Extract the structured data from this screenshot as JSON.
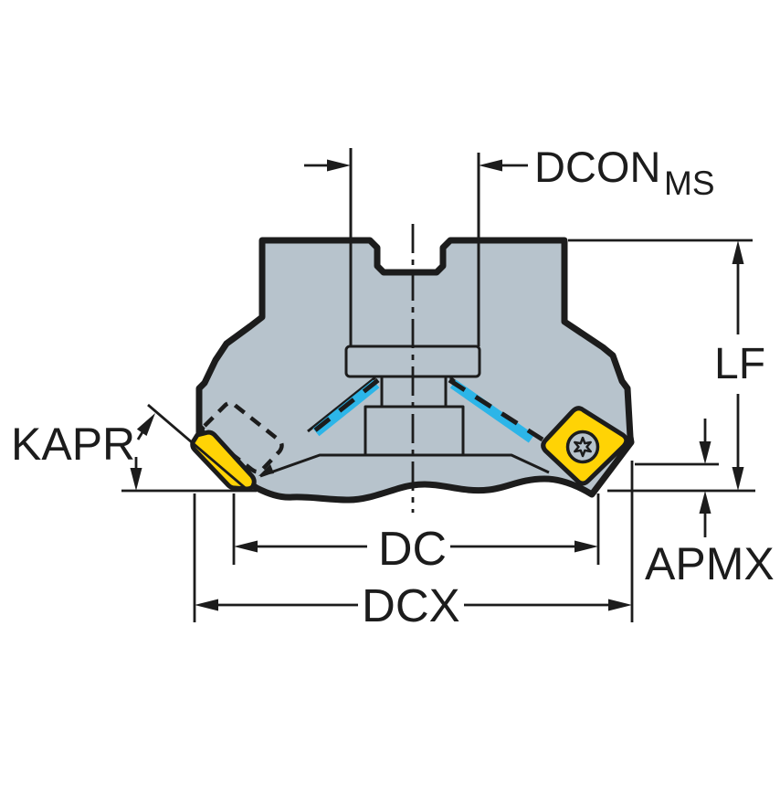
{
  "diagram": {
    "type": "technical-drawing",
    "subject": "Face milling cutter side view with dimension callouts",
    "labels": {
      "dcon": "DCON",
      "dcon_sub": "MS",
      "lf": "LF",
      "kapr": "KAPR",
      "dc": "DC",
      "dcx": "DCX",
      "apmx": "APMX"
    },
    "colors": {
      "background": "#ffffff",
      "body_gray": "#b7c3cc",
      "insert_yellow": "#ffd305",
      "flute_cyan": "#2cb5e8",
      "line_black": "#1c1c1c"
    }
  }
}
